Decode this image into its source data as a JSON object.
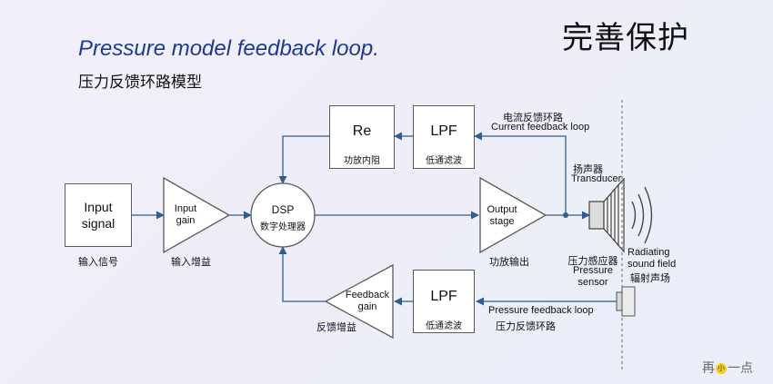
{
  "header": {
    "title_en": "Pressure model feedback loop.",
    "title_cn": "压力反馈环路模型",
    "corner_cn": "完善保护"
  },
  "blocks": {
    "input_signal": {
      "label": "Input\nsignal",
      "caption": "输入信号"
    },
    "input_gain": {
      "label": "Input\ngain",
      "caption": "输入增益"
    },
    "dsp": {
      "label": "DSP",
      "sublabel": "数字处理器"
    },
    "output_stage": {
      "label": "Output\nstage",
      "caption": "功放输出"
    },
    "re": {
      "label": "Re",
      "sublabel": "功放内阻"
    },
    "lpf_top": {
      "label": "LPF",
      "sublabel": "低通滤波"
    },
    "lpf_bottom": {
      "label": "LPF",
      "sublabel": "低通滤波"
    },
    "feedback_gain": {
      "label": "Feedback\ngain",
      "caption": "反馈增益"
    }
  },
  "annotations": {
    "current_loop_cn": "电流反馈环路",
    "current_loop_en": "Current feedback loop",
    "transducer_cn": "扬声器",
    "transducer_en": "Transducer",
    "pressure_sensor_cn": "压力感应器",
    "pressure_sensor_en": "Pressure\nsensor",
    "radiating_en": "Radiating\nsound field",
    "radiating_cn": "辐射声场",
    "pressure_loop_en": "Pressure feedback loop",
    "pressure_loop_cn": "压力反馈环路"
  },
  "logo": {
    "part1": "再",
    "part2": "小",
    "part3": "一点"
  },
  "colors": {
    "title": "#1c3a8e",
    "line": "#2f5d8c",
    "block_border": "#5a5a5a"
  }
}
